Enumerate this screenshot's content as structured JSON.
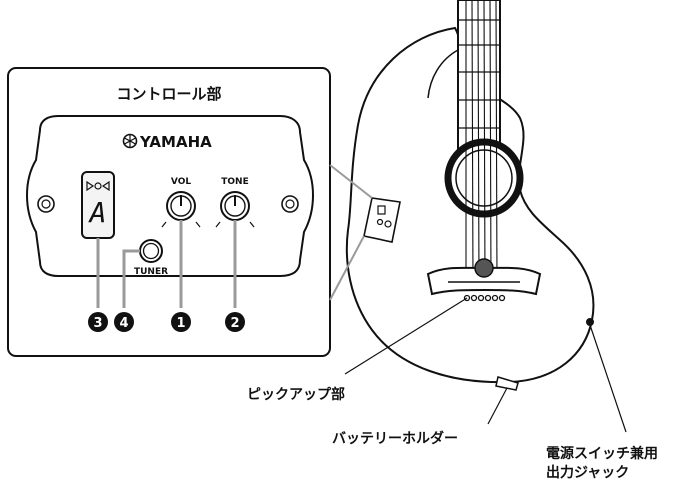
{
  "panel": {
    "title": "コントロール部",
    "brand": "YAMAHA",
    "display_char": "A",
    "knob_vol_label": "VOL",
    "knob_tone_label": "TONE",
    "tuner_label": "TUNER"
  },
  "callouts": {
    "n1": "1",
    "n2": "2",
    "n3": "3",
    "n4": "4"
  },
  "guitar_labels": {
    "pickup": "ピックアップ部",
    "battery": "バッテリーホルダー",
    "jack_line1": "電源スイッチ兼用",
    "jack_line2": "出力ジャック"
  },
  "colors": {
    "ink": "#111111",
    "gray_leader": "#9a9a9a",
    "panel_fill": "#ffffff",
    "display_fill": "#f4f4f4"
  },
  "icons": [
    "yamaha-tuning-fork-emblem",
    "mounting-screw",
    "tuner-arrow-left",
    "tuner-circle",
    "tuner-arrow-right"
  ]
}
